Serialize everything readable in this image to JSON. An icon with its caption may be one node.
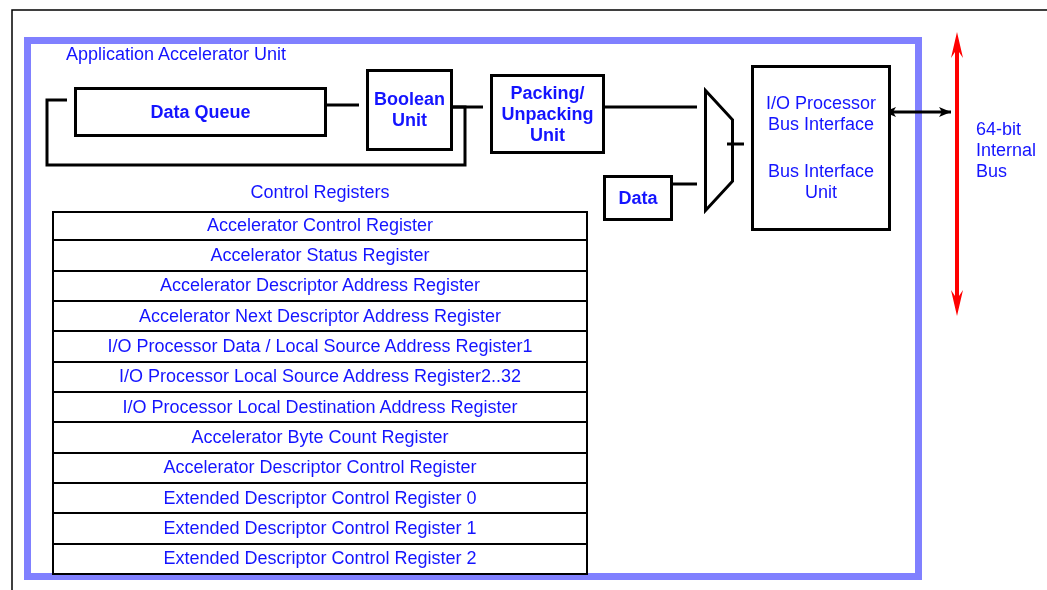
{
  "diagram": {
    "nodes": [
      {
        "text": [
          "Application Accelerator Unit"
        ]
      },
      {
        "text": [
          "Data Queue"
        ],
        "in": 0
      },
      {
        "text": [
          "Boolean Unit"
        ],
        "in": 0
      },
      {
        "text": [
          "Packing/ Unpacking Unit"
        ],
        "in": 0
      },
      {
        "text": [
          "Data"
        ],
        "in": 0
      },
      {
        "text": [],
        "shape": "trapezoid",
        "in": 0
      },
      {
        "text": [
          "I/O Processor Bus Interface",
          "Bus Interface Unit"
        ],
        "in": 0
      },
      {
        "text": [
          "Control Registers"
        ],
        "in": 0
      },
      {
        "text": [
          "Accelerator Control Register"
        ],
        "in": 7
      },
      {
        "text": [
          "Accelerator Status Register"
        ],
        "in": 7
      },
      {
        "text": [
          "Accelerator Descriptor Address Register"
        ],
        "in": 7
      },
      {
        "text": [
          "Accelerator Next Descriptor Address Register"
        ],
        "in": 7
      },
      {
        "text": [
          "I/O Processor Data / Local Source Address Register1"
        ],
        "in": 7
      },
      {
        "text": [
          "I/O Processor Local Source Address Register2..32"
        ],
        "in": 7
      },
      {
        "text": [
          "I/O Processor Local Destination Address Register"
        ],
        "in": 7
      },
      {
        "text": [
          "Accelerator Byte Count Register"
        ],
        "in": 7
      },
      {
        "text": [
          "Accelerator Descriptor Control Register"
        ],
        "in": 7
      },
      {
        "text": [
          "Extended Descriptor Control Register 0"
        ],
        "in": 7
      },
      {
        "text": [
          "Extended Descriptor Control Register 1"
        ],
        "in": 7
      },
      {
        "text": [
          "Extended Descriptor Control Register 2"
        ],
        "in": 7
      },
      {
        "text": [],
        "shape": "bar",
        "beside": [
          "64-bit Internal Bus"
        ]
      }
    ],
    "edges": [
      {
        "from": 1,
        "to": 2,
        "arrow": "none"
      },
      {
        "from": 2,
        "to": 3,
        "arrow": "none"
      },
      {
        "from": 2,
        "to": 1,
        "arrow": "none"
      },
      {
        "from": 3,
        "to": 5,
        "arrow": "none"
      },
      {
        "from": 4,
        "to": 5,
        "arrow": "none"
      },
      {
        "from": 5,
        "to": 6,
        "arrow": "none"
      },
      {
        "from": 6,
        "to": 20,
        "arrow": "both"
      }
    ]
  }
}
